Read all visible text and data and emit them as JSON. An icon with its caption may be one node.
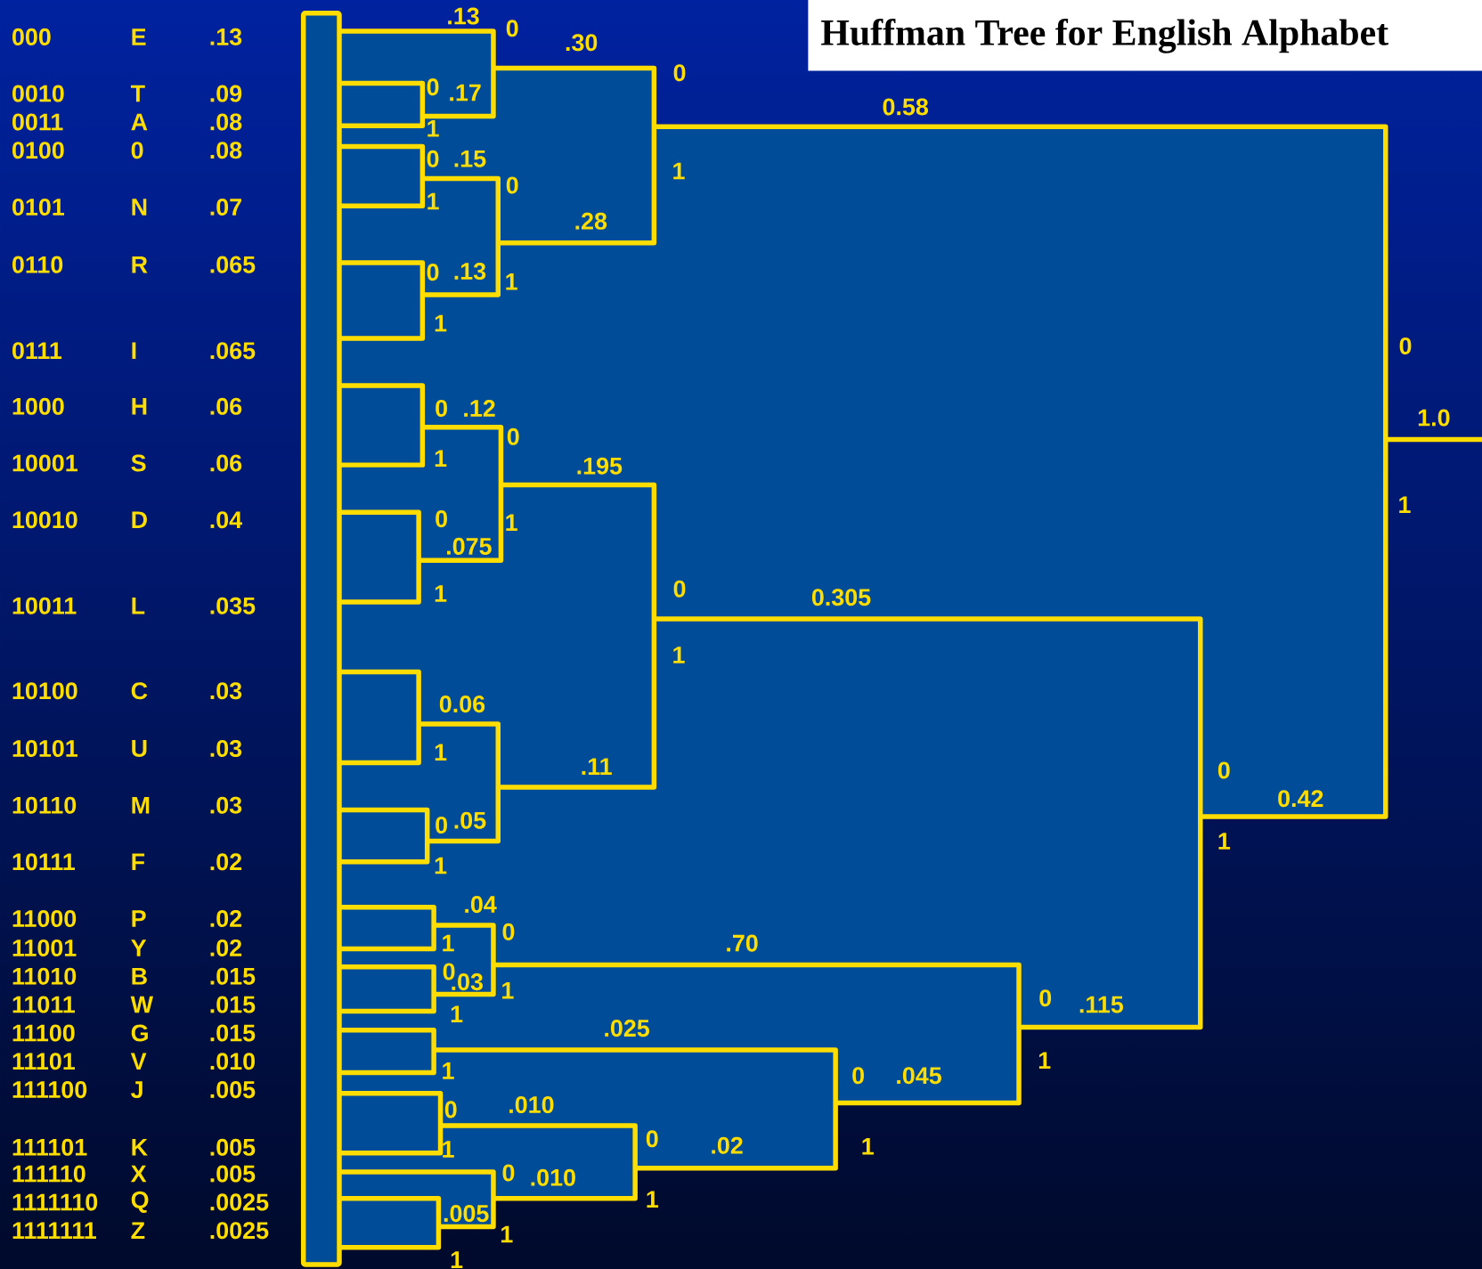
{
  "diagram": {
    "title": "Huffman Tree for English Alphabet",
    "labels": [
      "000",
      "E",
      ".13",
      "0010",
      "T",
      ".09",
      "0011",
      "A",
      ".08",
      "0100",
      "0",
      ".08",
      "0101",
      "N",
      ".07",
      "0110",
      "R",
      ".065",
      "0111",
      "I",
      ".065",
      "1000",
      "H",
      ".06",
      "10001",
      "S",
      ".06",
      "10010",
      "D",
      ".04",
      "10011",
      "L",
      ".035",
      "10100",
      "C",
      ".03",
      "10101",
      "U",
      ".03",
      "10110",
      "M",
      ".03",
      "10111",
      "F",
      ".02",
      "11000",
      "P",
      ".02",
      "11001",
      "Y",
      ".02",
      "11010",
      "B",
      ".015",
      "11011",
      "W",
      ".015",
      "11100",
      "G",
      ".015",
      "11101",
      "V",
      ".010",
      "111100",
      "J",
      ".005",
      "111101",
      "K",
      ".005",
      "111110",
      "X",
      ".005",
      "1111110",
      "Q",
      ".0025",
      "1111111",
      "Z",
      ".0025",
      ".13",
      "0",
      ".30",
      "0",
      "0",
      ".17",
      "0.58",
      "1",
      "0",
      ".15",
      "1",
      "0",
      "1",
      ".28",
      "0",
      ".13",
      "1",
      "1",
      "0",
      "0",
      ".12",
      "1.0",
      "0",
      "1",
      ".195",
      "1",
      "0",
      "1",
      ".075",
      "1",
      "0",
      "0.305",
      "1",
      "0.06",
      "1",
      ".11",
      "0",
      "0.42",
      "0",
      ".05",
      "1",
      "1",
      ".04",
      "0",
      "1",
      ".70",
      "0",
      ".03",
      "1",
      "0",
      ".115",
      "1",
      ".025",
      "1",
      "1",
      "0",
      ".045",
      "0",
      ".010",
      "0",
      "1",
      ".02",
      "1",
      "0",
      ".010",
      "1",
      ".005",
      "1",
      "1"
    ]
  }
}
